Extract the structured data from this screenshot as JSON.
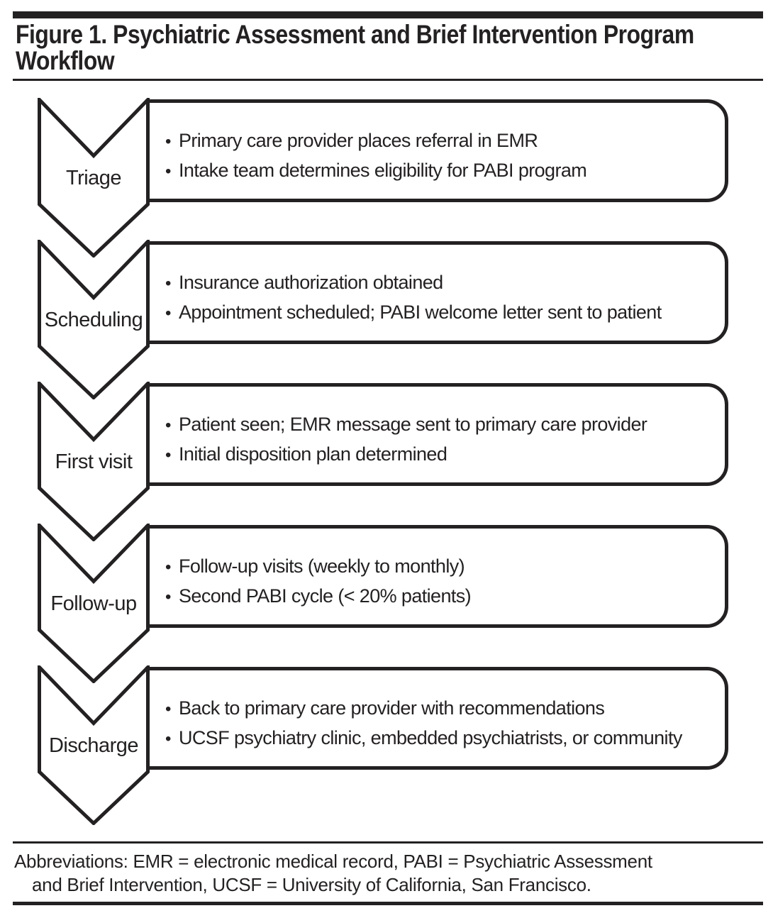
{
  "figure": {
    "title_lines": [
      "Figure 1. Psychiatric Assessment and Brief Intervention Program",
      "Workflow"
    ]
  },
  "workflow": {
    "stages": [
      {
        "label": "Triage",
        "bullets": [
          "Primary care provider places referral in EMR",
          "Intake team determines eligibility for PABI program"
        ]
      },
      {
        "label": "Scheduling",
        "bullets": [
          "Insurance authorization obtained",
          "Appointment scheduled; PABI welcome letter sent to patient"
        ]
      },
      {
        "label": "First visit",
        "bullets": [
          "Patient seen; EMR message sent to primary care provider",
          "Initial disposition plan determined"
        ]
      },
      {
        "label": "Follow-up",
        "bullets": [
          "Follow-up visits (weekly to monthly)",
          "Second PABI cycle (< 20% patients)"
        ]
      },
      {
        "label": "Discharge",
        "bullets": [
          "Back to primary care provider with recommendations",
          "UCSF psychiatry clinic, embedded psychiatrists, or community"
        ]
      }
    ]
  },
  "footnote": {
    "lines": [
      "Abbreviations: EMR = electronic medical record, PABI = Psychiatric Assessment",
      "and Brief Intervention, UCSF = University of California, San Francisco."
    ]
  },
  "icons": {
    "bullet": "•"
  },
  "colors": {
    "ink": "#242122",
    "background": "#ffffff"
  }
}
